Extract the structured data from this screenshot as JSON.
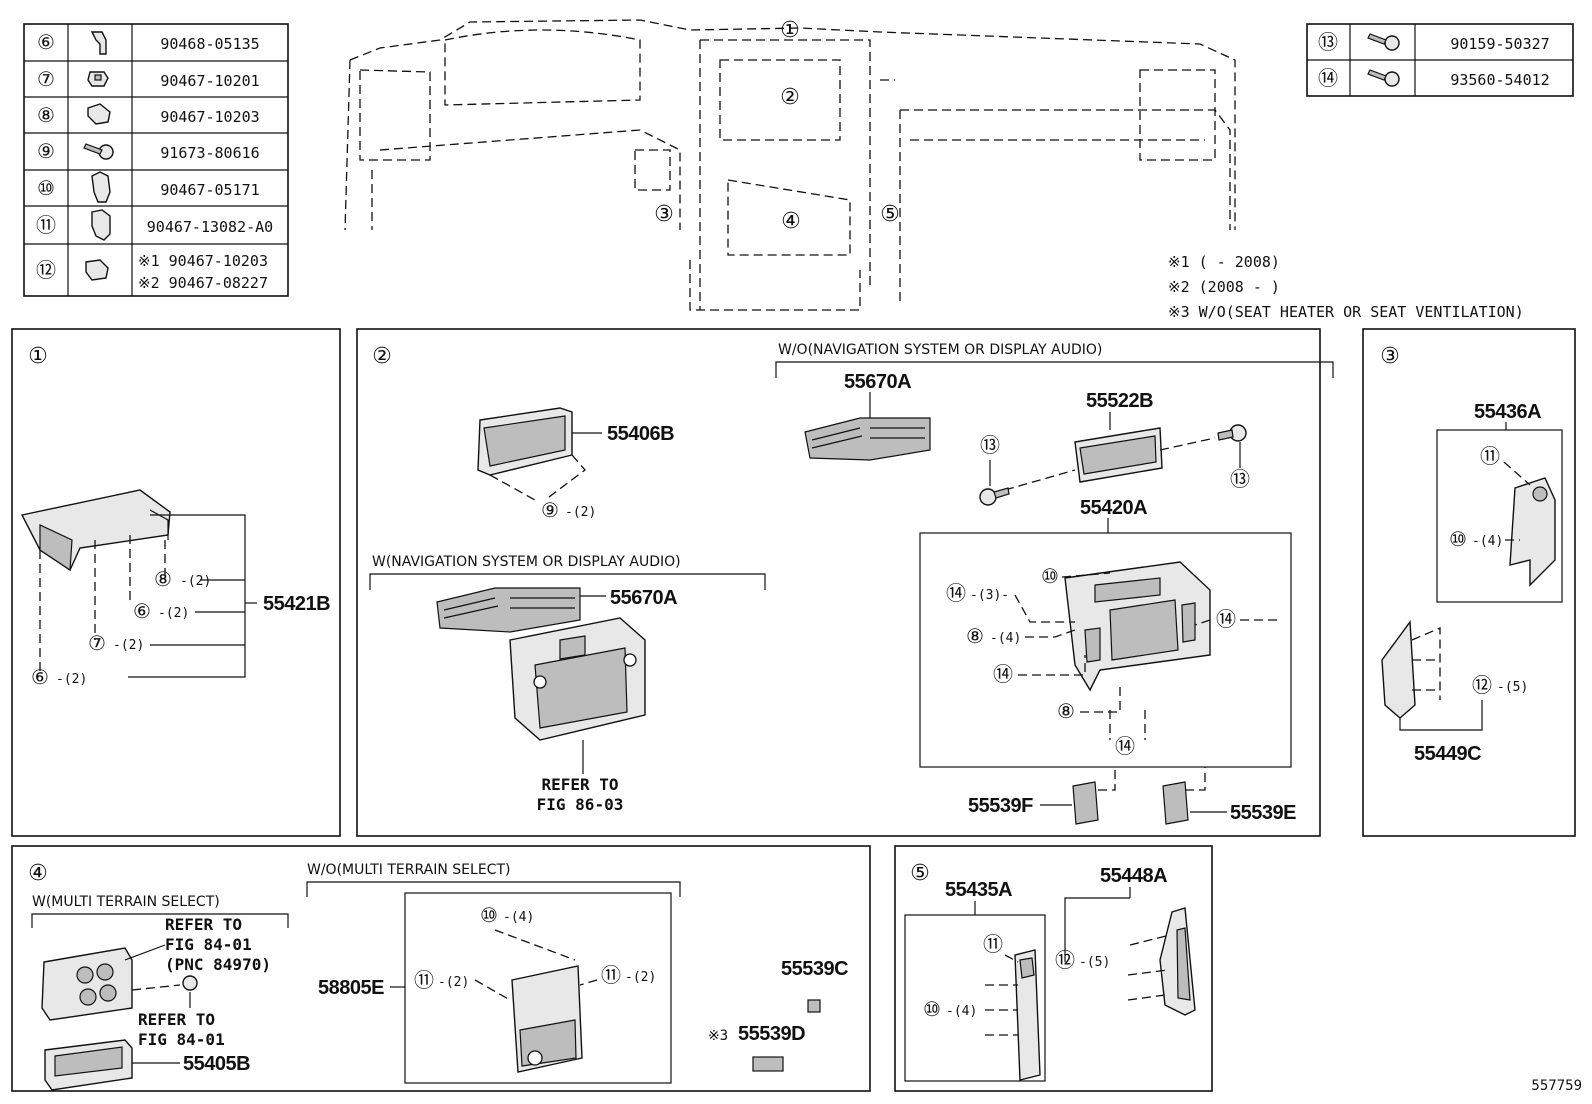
{
  "fasteners_left": [
    {
      "ref": "⑥",
      "part": "90468-05135"
    },
    {
      "ref": "⑦",
      "part": "90467-10201"
    },
    {
      "ref": "⑧",
      "part": "90467-10203"
    },
    {
      "ref": "⑨",
      "part": "91673-80616"
    },
    {
      "ref": "⑩",
      "part": "90467-05171"
    },
    {
      "ref": "⑪",
      "part": "90467-13082-A0"
    },
    {
      "ref": "⑫",
      "part_a": "※1 90467-10203",
      "part_b": "※2 90467-08227"
    }
  ],
  "fasteners_right": [
    {
      "ref": "⑬",
      "part": "90159-50327"
    },
    {
      "ref": "⑭",
      "part": "93560-54012"
    }
  ],
  "notes": [
    "※1 (     - 2008)",
    "※2 (2008 -      )",
    "※3 W/O(SEAT HEATER OR SEAT VENTILATION)"
  ],
  "overview": {
    "c1": "①",
    "c2": "②",
    "c3": "③",
    "c4": "④",
    "c5": "⑤"
  },
  "panel1": {
    "number": "①",
    "part": "55421B",
    "callouts": [
      {
        "ref": "⑧",
        "qty": "-(2)"
      },
      {
        "ref": "⑥",
        "qty": "-(2)"
      },
      {
        "ref": "⑦",
        "qty": "-(2)"
      },
      {
        "ref": "⑥",
        "qty": "-(2)"
      }
    ]
  },
  "panel2": {
    "number": "②",
    "part_55406B": "55406B",
    "callout_9": "⑨",
    "qty_9": "-(2)",
    "wo_label": "W/O(NAVIGATION SYSTEM OR DISPLAY AUDIO)",
    "w_label": "W(NAVIGATION SYSTEM OR DISPLAY AUDIO)",
    "part_55670A_wo": "55670A",
    "part_55670A_w": "55670A",
    "part_55522B": "55522B",
    "part_55420A": "55420A",
    "part_55539F": "55539F",
    "part_55539E": "55539E",
    "refer_line1": "REFER TO",
    "refer_line2": "FIG 86-03",
    "c13a": "⑬",
    "c13b": "⑬",
    "c10": "⑩",
    "c14a": "⑭",
    "q14a": "-(3)-",
    "c8a": "⑧",
    "q8a": "-(4)",
    "c14b": "⑭",
    "c14c": "⑭",
    "c8b": "⑧",
    "c14d": "⑭"
  },
  "panel3": {
    "number": "③",
    "part_55436A": "55436A",
    "part_55449C": "55449C",
    "c11": "⑪",
    "c10": "⑩",
    "q10": "-(4)",
    "c12": "⑫",
    "q12": "-(5)"
  },
  "panel4": {
    "number": "④",
    "w_label": "W(MULTI TERRAIN SELECT)",
    "wo_label": "W/O(MULTI TERRAIN SELECT)",
    "refer_a1": "REFER TO",
    "refer_a2": "FIG 84-01",
    "refer_a3": "(PNC 84970)",
    "refer_b1": "REFER TO",
    "refer_b2": "FIG 84-01",
    "part_55405B": "55405B",
    "part_58805E": "58805E",
    "part_55539C": "55539C",
    "part_55539D_mark": "※3",
    "part_55539D": "55539D",
    "c10": "⑩",
    "q10": "-(4)",
    "c11a": "⑪",
    "q11a": "-(2)",
    "c11b": "⑪",
    "q11b": "-(2)"
  },
  "panel5": {
    "number": "⑤",
    "part_55435A": "55435A",
    "part_55448A": "55448A",
    "c11": "⑪",
    "c10": "⑩",
    "q10": "-(4)",
    "c12": "⑫",
    "q12": "-(5)"
  },
  "figure_number": "557759"
}
